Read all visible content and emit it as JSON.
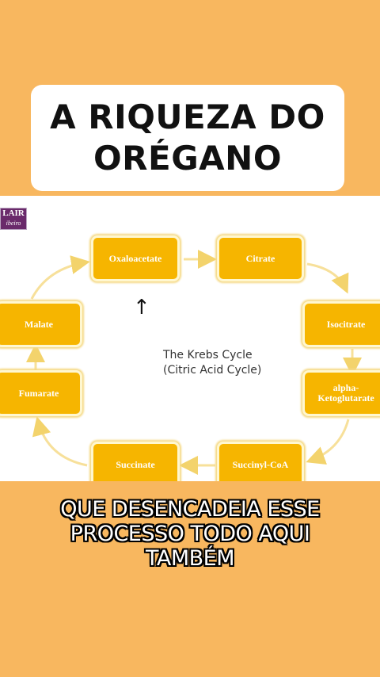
{
  "title": {
    "line1": "A RIQUEZA DO",
    "line2": "ORÉGANO"
  },
  "logo": {
    "line1": "LAIR",
    "line2": "ibeiro"
  },
  "diagram": {
    "center_title": "The Krebs Cycle",
    "center_subtitle": "(Citric Acid Cycle)",
    "steps": {
      "oxaloacetate": "Oxaloacetate",
      "citrate": "Citrate",
      "isocitrate": "Isocitrate",
      "alpha_line1": "alpha-",
      "alpha_line2": "Ketoglutarate",
      "succinyl_coa": "Succinyl-CoA",
      "succinate": "Succinate",
      "fumarate": "Fumarate",
      "malate": "Malate"
    },
    "colors": {
      "node": "#f6b500",
      "arrow": "#f7e09a"
    }
  },
  "caption": {
    "line1": "QUE DESENCADEIA ESSE",
    "line2": "PROCESSO TODO AQUI",
    "line3": "TAMBÉM"
  }
}
